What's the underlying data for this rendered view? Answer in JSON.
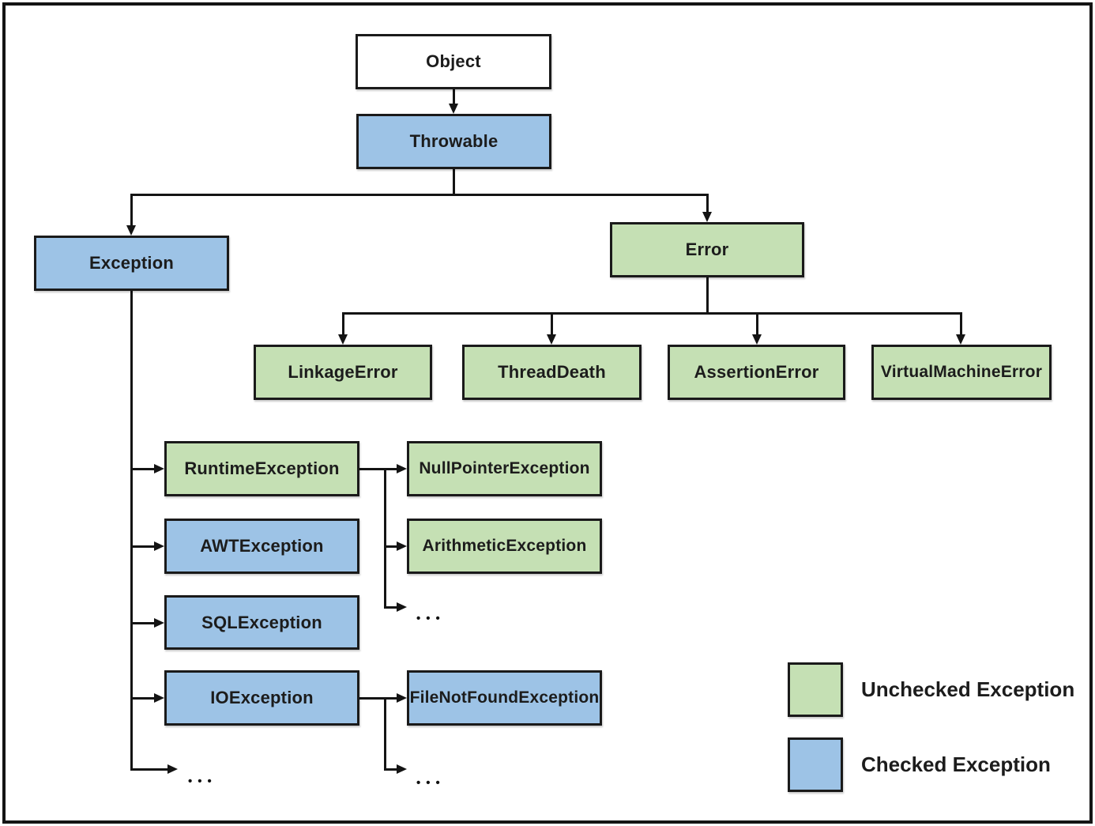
{
  "colors": {
    "unchecked_green": "#C5E0B4",
    "checked_blue": "#9DC3E6",
    "line_black": "#141414"
  },
  "nodes": {
    "object": {
      "label": "Object",
      "kind": "root"
    },
    "throwable": {
      "label": "Throwable",
      "kind": "checked"
    },
    "exception": {
      "label": "Exception",
      "kind": "checked"
    },
    "error": {
      "label": "Error",
      "kind": "unchecked"
    },
    "linkage_error": {
      "label": "LinkageError",
      "kind": "unchecked"
    },
    "thread_death": {
      "label": "ThreadDeath",
      "kind": "unchecked"
    },
    "assertion_error": {
      "label": "AssertionError",
      "kind": "unchecked"
    },
    "virtual_machine_error": {
      "label": "VirtualMachineError",
      "kind": "unchecked"
    },
    "runtime_exception": {
      "label": "RuntimeException",
      "kind": "unchecked"
    },
    "awt_exception": {
      "label": "AWTException",
      "kind": "checked"
    },
    "sql_exception": {
      "label": "SQLException",
      "kind": "checked"
    },
    "io_exception": {
      "label": "IOException",
      "kind": "checked"
    },
    "null_pointer_exception": {
      "label": "NullPointerException",
      "kind": "unchecked"
    },
    "arithmetic_exception": {
      "label": "ArithmeticException",
      "kind": "unchecked"
    },
    "file_not_found_exception": {
      "label": "FileNotFoundException",
      "kind": "checked"
    }
  },
  "ellipsis": {
    "label": "•••"
  },
  "legend": {
    "unchecked": {
      "label": "Unchecked Exception",
      "color": "#C5E0B4"
    },
    "checked": {
      "label": "Checked Exception",
      "color": "#9DC3E6"
    }
  },
  "edges": [
    [
      "Object",
      "Throwable"
    ],
    [
      "Throwable",
      "Exception"
    ],
    [
      "Throwable",
      "Error"
    ],
    [
      "Error",
      "LinkageError"
    ],
    [
      "Error",
      "ThreadDeath"
    ],
    [
      "Error",
      "AssertionError"
    ],
    [
      "Error",
      "VirtualMachineError"
    ],
    [
      "Exception",
      "RuntimeException"
    ],
    [
      "Exception",
      "AWTException"
    ],
    [
      "Exception",
      "SQLException"
    ],
    [
      "Exception",
      "IOException"
    ],
    [
      "Exception",
      "..."
    ],
    [
      "RuntimeException",
      "NullPointerException"
    ],
    [
      "RuntimeException",
      "ArithmeticException"
    ],
    [
      "RuntimeException",
      "..."
    ],
    [
      "IOException",
      "FileNotFoundException"
    ],
    [
      "IOException",
      "..."
    ]
  ]
}
